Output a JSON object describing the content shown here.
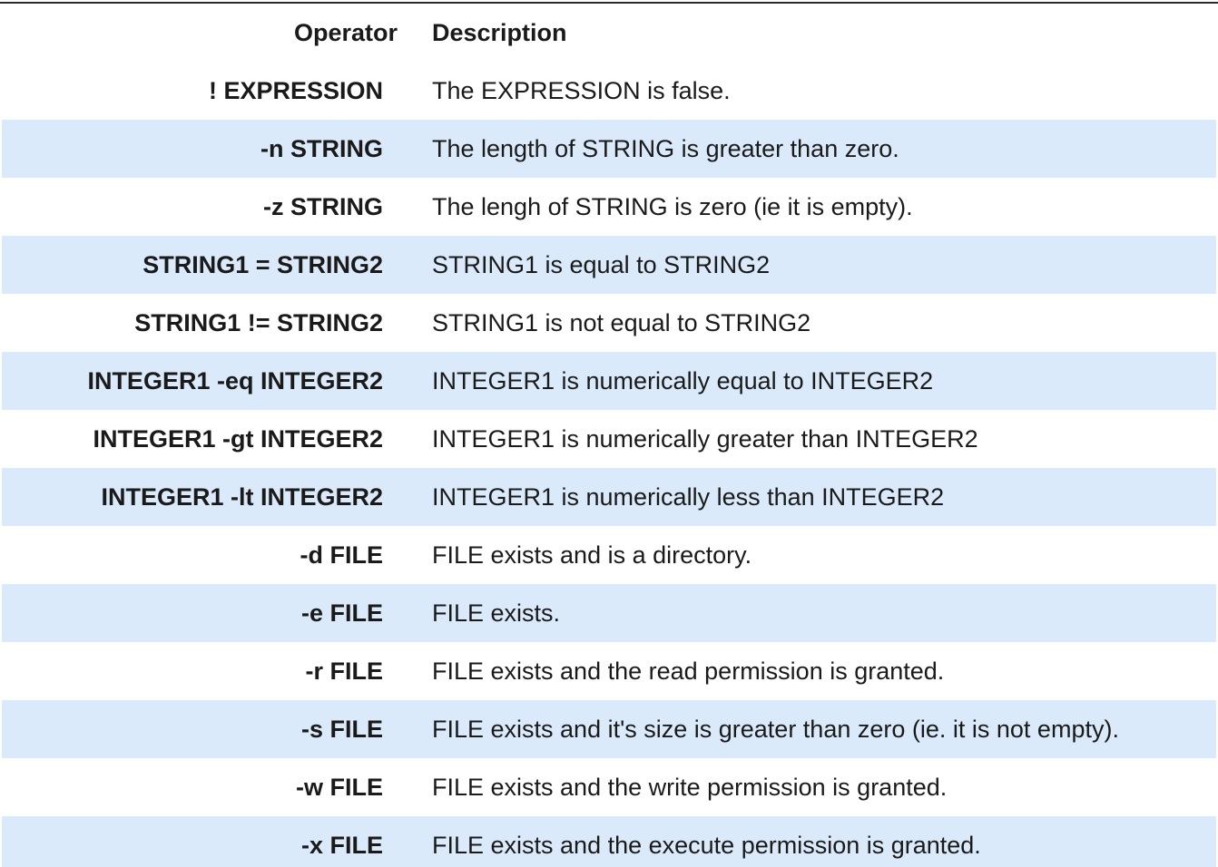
{
  "table": {
    "headers": {
      "operator": "Operator",
      "description": "Description"
    },
    "rows": [
      {
        "operator": "! EXPRESSION",
        "description": "The EXPRESSION is false."
      },
      {
        "operator": "-n STRING",
        "description": "The length of STRING is greater than zero."
      },
      {
        "operator": "-z STRING",
        "description": "The lengh of STRING is zero (ie it is empty)."
      },
      {
        "operator": "STRING1 = STRING2",
        "description": "STRING1 is equal to STRING2"
      },
      {
        "operator": "STRING1 != STRING2",
        "description": "STRING1 is not equal to STRING2"
      },
      {
        "operator": "INTEGER1 -eq INTEGER2",
        "description": "INTEGER1 is numerically equal to INTEGER2"
      },
      {
        "operator": "INTEGER1 -gt INTEGER2",
        "description": "INTEGER1 is numerically greater than INTEGER2"
      },
      {
        "operator": "INTEGER1 -lt INTEGER2",
        "description": "INTEGER1 is numerically less than INTEGER2"
      },
      {
        "operator": "-d FILE",
        "description": "FILE exists and is a directory."
      },
      {
        "operator": "-e FILE",
        "description": "FILE exists."
      },
      {
        "operator": "-r FILE",
        "description": "FILE exists and the read permission is granted."
      },
      {
        "operator": "-s FILE",
        "description": "FILE exists and it's size is greater than zero (ie. it is not empty)."
      },
      {
        "operator": "-w FILE",
        "description": "FILE exists and the write permission is granted."
      },
      {
        "operator": "-x FILE",
        "description": "FILE exists and the execute permission is granted."
      }
    ]
  },
  "colors": {
    "stripe": "#dbeafb",
    "rule": "#2b2b2b",
    "text": "#1a1a1a"
  }
}
